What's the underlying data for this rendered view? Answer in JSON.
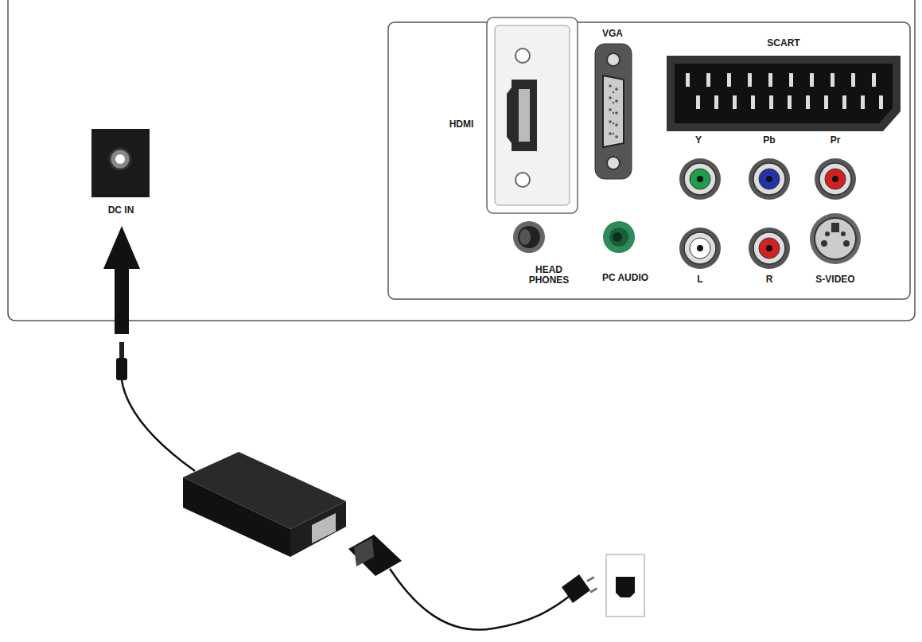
{
  "diagram": {
    "labels": [
      "DC IN",
      "HDMI",
      "VGA",
      "SCART",
      "Y",
      "Pb",
      "Pr",
      "HEAD PHONES",
      "PC AUDIO",
      "L",
      "R",
      "S-VIDEO"
    ]
  }
}
